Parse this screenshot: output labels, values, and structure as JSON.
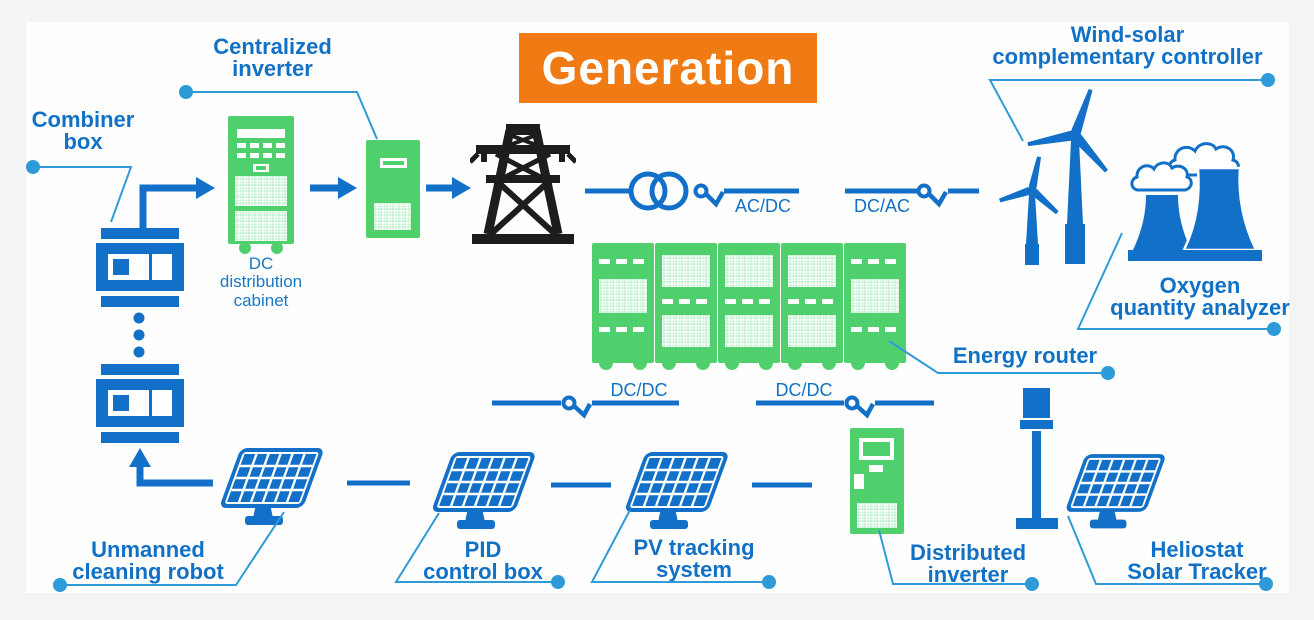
{
  "banner": {
    "label": "Generation"
  },
  "components": {
    "combiner_box": {
      "label": [
        "Combiner",
        "box"
      ]
    },
    "centralized_inverter": {
      "label": [
        "Centralized",
        "inverter"
      ]
    },
    "dc_distribution_cabinet": {
      "label": [
        "DC",
        "distribution",
        "cabinet"
      ]
    },
    "wind_solar_controller": {
      "label": [
        "Wind-solar",
        "complementary controller"
      ]
    },
    "oxygen_analyzer": {
      "label": [
        "Oxygen",
        "quantity analyzer"
      ]
    },
    "energy_router": {
      "label": "Energy router"
    },
    "unmanned_cleaning_robot": {
      "label": [
        "Unmanned",
        "cleaning robot"
      ]
    },
    "pid_control_box": {
      "label": [
        "PID",
        "control box"
      ]
    },
    "pv_tracking_system": {
      "label": [
        "PV tracking",
        "system"
      ]
    },
    "distributed_inverter": {
      "label": [
        "Distributed",
        "inverter"
      ]
    },
    "heliostat_solar_tracker": {
      "label": [
        "Heliostat",
        "Solar Tracker"
      ]
    }
  },
  "converters": {
    "ac_dc": "AC/DC",
    "dc_ac": "DC/AC",
    "dc_dc_left": "DC/DC",
    "dc_dc_right": "DC/DC"
  },
  "icons": {
    "combiner_box": "combiner-box-icon (blue switch box)",
    "dc_distribution_cabinet": "green-cabinet-icon with vent grids and wheels",
    "centralized_inverter": "small-green-cabinet-icon",
    "transmission_tower": "black lattice pylon",
    "transformer": "two overlapping circles on power line",
    "disconnect_switch": "ring with zigzag break in line",
    "wind_turbines": "two blue wind turbines",
    "cooling_towers": "blue cooling towers with smoke clouds",
    "energy_router_cabinets": "row of five green cabinets",
    "solar_panel": "tilted blue PV panel on pedestal",
    "distributed_inverter": "green wall cabinet",
    "tracker_pole": "blue heliostat pole"
  },
  "colors": {
    "blue": "#1370c8",
    "leader_blue": "#2e9ad8",
    "green": "#50d06c",
    "orange": "#f07a14",
    "black": "#1d1d1b",
    "background": "#f3f4f4",
    "panel": "#fefefe",
    "text_blue": "#1171c7"
  }
}
